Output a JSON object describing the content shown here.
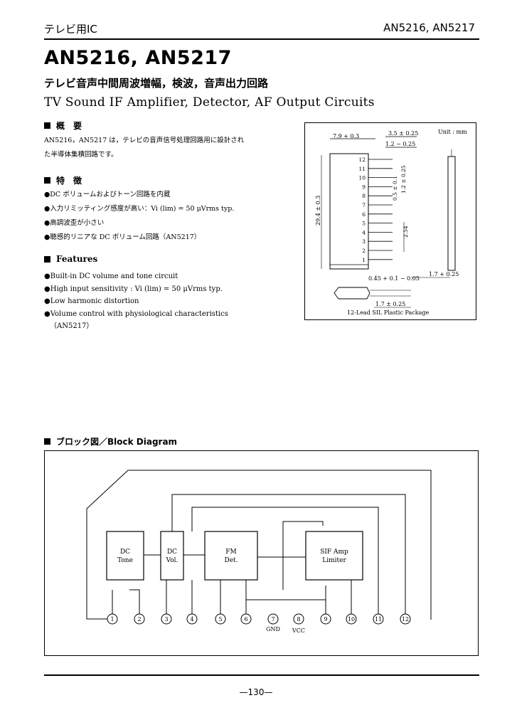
{
  "header": {
    "left": "テレビ用IC",
    "right": "AN5216, AN5217"
  },
  "title": {
    "part": "AN5216, AN5217",
    "jp": "テレビ音声中間周波増幅，検波，音声出力回路",
    "en": "TV Sound IF Amplifier, Detector, AF Output Circuits"
  },
  "overview": {
    "heading": "概　要",
    "lines": [
      "AN5216，AN5217 は，テレビの音声信号処理回路用に設計され",
      "た半導体集積回路です。"
    ]
  },
  "features_jp": {
    "heading": "特　徴",
    "items": [
      "●DC ボリュームおよびトーン回路を内蔵",
      "●入力リミッティング感度が高い：Vi (lim) = 50 μVrms typ.",
      "●高調波歪が小さい",
      "●聴感的リニアな DC ボリューム回路（AN5217）"
    ]
  },
  "features_en": {
    "heading": "Features",
    "items": [
      "●Built-in DC volume and tone circuit",
      "●High input sensitivity : Vi (lim) = 50 μVrms typ.",
      "●Low harmonic distortion",
      "●Volume control with physiological characteristics",
      "（AN5217）"
    ]
  },
  "package": {
    "unit": "Unit : mm",
    "dim_width": "7.9 + 0.3",
    "dim_top1": "3.5 ± 0.25",
    "dim_top2": "1.2 − 0.25",
    "dim_side1": "1.2 ± 0.25",
    "dim_side2": "0.5 ± 0.1",
    "dim_side3": "2.54",
    "dim_length": "29.4 ± 0.3",
    "dim_bottom1": "0.45 + 0.1 − 0.05",
    "dim_bottom2": "1.7 + 0.25",
    "dim_bottom3": "1.7 ± 0.25",
    "pins": [
      "12",
      "11",
      "10",
      "9",
      "8",
      "7",
      "6",
      "5",
      "4",
      "3",
      "2",
      "1"
    ],
    "caption": "12-Lead SIL Plastic Package"
  },
  "block_diagram": {
    "heading": "ブロック図／Block Diagram",
    "blocks": [
      {
        "line1": "DC",
        "line2": "Tone"
      },
      {
        "line1": "DC",
        "line2": "Vol."
      },
      {
        "line1": "FM",
        "line2": "Det."
      },
      {
        "line1": "SIF Amp",
        "line2": "Limiter"
      }
    ],
    "pins": [
      "1",
      "2",
      "3",
      "4",
      "5",
      "6",
      "7",
      "8",
      "9",
      "10",
      "11",
      "12"
    ],
    "pin_labels": {
      "gnd": "GND",
      "vcc": "VCC"
    }
  },
  "footer": {
    "page": "—130—"
  }
}
